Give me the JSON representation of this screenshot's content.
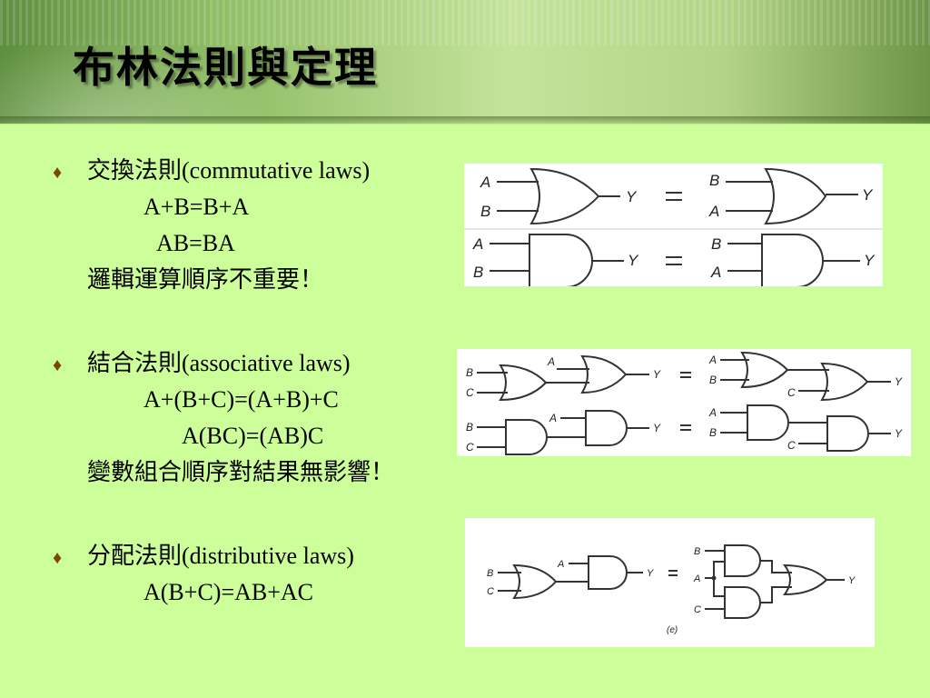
{
  "slide": {
    "title": "布林法則與定理",
    "bullet_glyph": "♦"
  },
  "sections": {
    "commutative": {
      "heading": "交換法則(commutative laws)",
      "eq1": "A+B=B+A",
      "eq2": "AB=BA",
      "note": "邏輯運算順序不重要！"
    },
    "associative": {
      "heading": "結合法則(associative laws)",
      "eq1": "A+(B+C)=(A+B)+C",
      "eq2": "A(BC)=(AB)C",
      "note": "變數組合順序對結果無影響！"
    },
    "distributive": {
      "heading": "分配法則(distributive laws)",
      "eq1": "A(B+C)=AB+AC"
    }
  },
  "diagrams": {
    "commutative": {
      "or_labels": {
        "left_in1": "A",
        "left_in2": "B",
        "left_out": "Y",
        "right_in1": "B",
        "right_in2": "A",
        "right_out": "Y"
      },
      "and_labels": {
        "left_in1": "A",
        "left_in2": "B",
        "left_out": "Y",
        "right_in1": "B",
        "right_in2": "A",
        "right_out": "Y"
      }
    },
    "associative": {
      "or_labels": {
        "l_b": "B",
        "l_c": "C",
        "l_a": "A",
        "l_y": "Y",
        "r_a": "A",
        "r_b": "B",
        "r_c": "C",
        "r_y": "Y"
      },
      "and_labels": {
        "l_b": "B",
        "l_c": "C",
        "l_a": "A",
        "l_y": "Y",
        "r_a": "A",
        "r_b": "B",
        "r_c": "C",
        "r_y": "Y"
      }
    },
    "distributive": {
      "labels": {
        "l_b": "B",
        "l_c": "C",
        "l_a": "A",
        "l_y": "Y",
        "r_b": "B",
        "r_a": "A",
        "r_c": "C",
        "r_y": "Y",
        "caption": "(e)"
      }
    }
  }
}
